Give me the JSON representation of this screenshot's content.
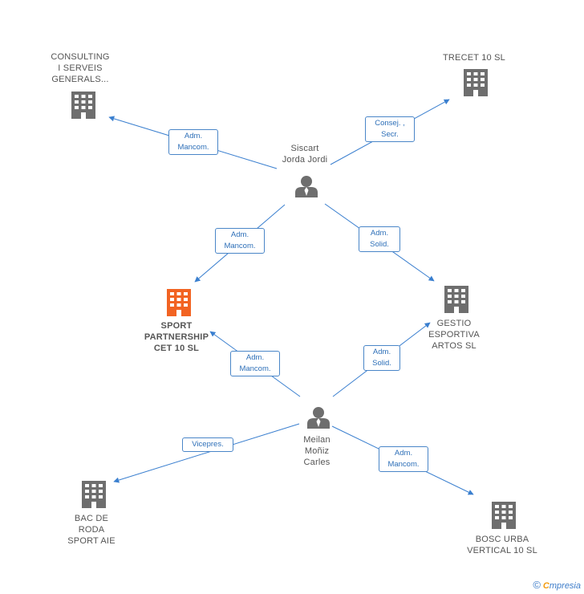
{
  "colors": {
    "edge": "#3a7fcf",
    "node_company": "#6e6e6e",
    "node_focus": "#f26322",
    "node_person": "#6e6e6e"
  },
  "nodes": {
    "consulting": {
      "lines": [
        "CONSULTING",
        "I SERVEIS",
        "GENERALS..."
      ],
      "icon": "building-icon"
    },
    "trecet": {
      "lines": [
        "TRECET 10 SL"
      ],
      "icon": "building-icon"
    },
    "siscart": {
      "lines": [
        "Siscart",
        "Jorda Jordi"
      ],
      "icon": "person-icon"
    },
    "sport": {
      "lines": [
        "SPORT",
        "PARTNERSHIP",
        "CET 10  SL"
      ],
      "icon": "building-icon"
    },
    "gestio": {
      "lines": [
        "GESTIO",
        "ESPORTIVA",
        "ARTOS  SL"
      ],
      "icon": "building-icon"
    },
    "meilan": {
      "lines": [
        "Meilan",
        "Moñiz",
        "Carles"
      ],
      "icon": "person-icon"
    },
    "bac": {
      "lines": [
        "BAC DE",
        "RODA",
        "SPORT AIE"
      ],
      "icon": "building-icon"
    },
    "bosc": {
      "lines": [
        "BOSC URBA",
        "VERTICAL 10 SL"
      ],
      "icon": "building-icon"
    }
  },
  "edges": {
    "siscart_consulting": {
      "lines": [
        "Adm.",
        "Mancom."
      ]
    },
    "siscart_trecet": {
      "lines": [
        "Consej. ,",
        "Secr."
      ]
    },
    "siscart_sport": {
      "lines": [
        "Adm.",
        "Mancom."
      ]
    },
    "siscart_gestio": {
      "lines": [
        "Adm.",
        "Solid."
      ]
    },
    "meilan_sport": {
      "lines": [
        "Adm.",
        "Mancom."
      ]
    },
    "meilan_gestio": {
      "lines": [
        "Adm.",
        "Solid."
      ]
    },
    "meilan_bac": {
      "lines": [
        "Vicepres."
      ]
    },
    "meilan_bosc": {
      "lines": [
        "Adm.",
        "Mancom."
      ]
    }
  },
  "footer": {
    "copyright": "©",
    "brand_first": "C",
    "brand_rest": "mpresia"
  }
}
